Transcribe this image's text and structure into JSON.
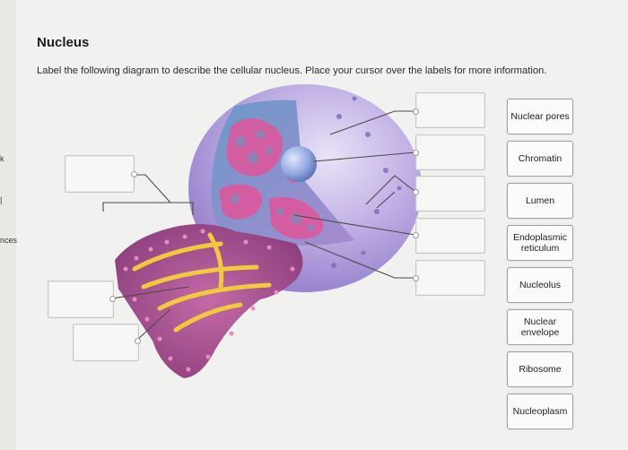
{
  "sidebar": {
    "fragments": [
      "k",
      "nces"
    ]
  },
  "header": {
    "title": "Nucleus"
  },
  "instructions": "Label the following diagram to describe the cellular nucleus. Place your cursor over the labels for more information.",
  "labels": [
    {
      "id": "nuclear-pores",
      "text": "Nuclear pores"
    },
    {
      "id": "chromatin",
      "text": "Chromatin"
    },
    {
      "id": "lumen",
      "text": "Lumen"
    },
    {
      "id": "endoplasmic-reticulum",
      "text": "Endoplasmic reticulum"
    },
    {
      "id": "nucleolus",
      "text": "Nucleolus"
    },
    {
      "id": "nuclear-envelope",
      "text": "Nuclear envelope"
    },
    {
      "id": "ribosome",
      "text": "Ribosome"
    },
    {
      "id": "nucleoplasm",
      "text": "Nucleoplasm"
    }
  ],
  "colors": {
    "nucleus_outer": "#b6a3dc",
    "chromatin": "#e0559a",
    "nucleolus": "#8fa6dd",
    "er_membrane": "#a0457f",
    "er_lumen": "#f0c93d",
    "ribosome": "#e07db8"
  }
}
